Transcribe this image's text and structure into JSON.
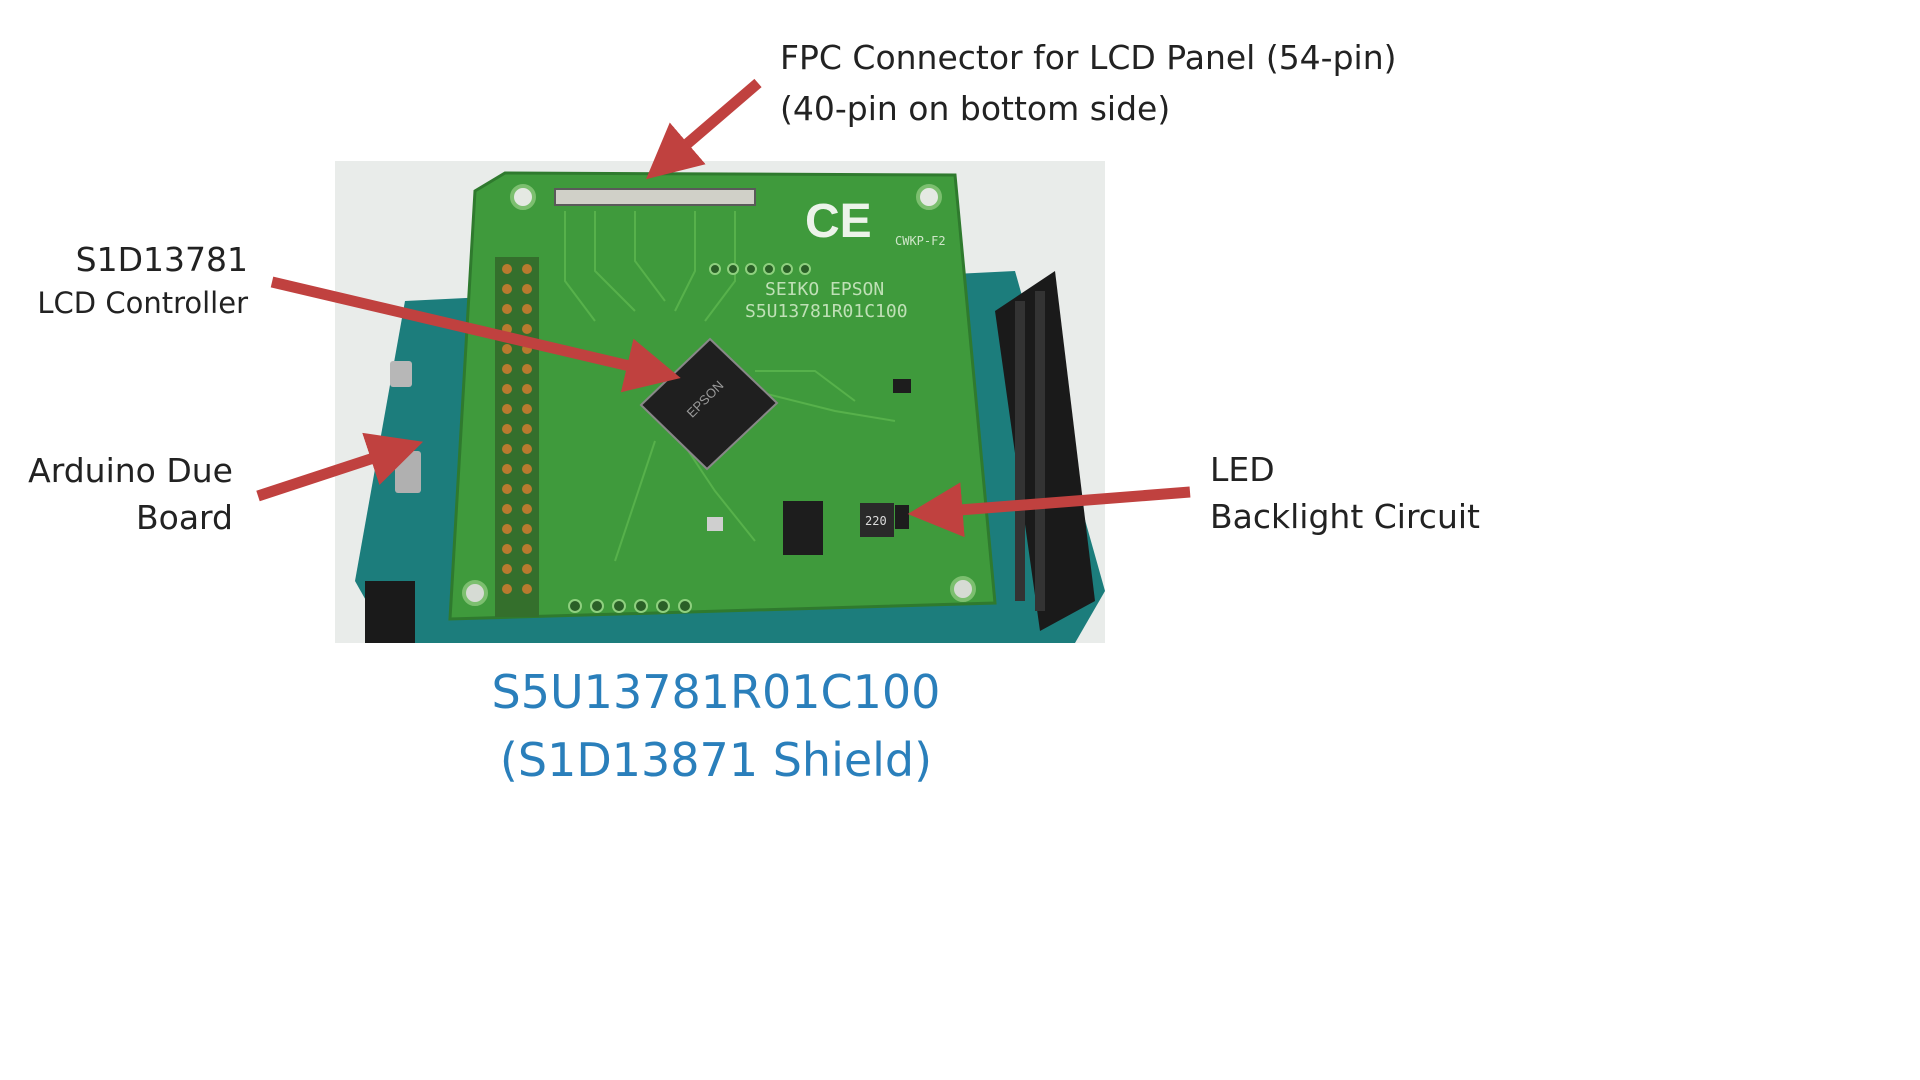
{
  "callouts": {
    "fpc_line1": "FPC Connector for LCD Panel (54-pin)",
    "fpc_line2": "(40-pin on bottom side)",
    "controller_line1": "S1D13781",
    "controller_line2": "LCD Controller",
    "arduino_line1": "Arduino Due",
    "arduino_line2": "Board",
    "led_line1": "LED",
    "led_line2": "Backlight Circuit"
  },
  "caption": {
    "line1": "S5U13781R01C100",
    "line2": "(S1D13871 Shield)"
  },
  "board_markings": {
    "ce_mark": "CE",
    "cert_code": "CWKP-F2",
    "maker_line": "SEIKO EPSON",
    "part_line": "S5U13781R01C100",
    "chip_label": "EPSON",
    "inductor_label": "220"
  },
  "colors": {
    "arrow": "#c0413f",
    "caption": "#2a7fbb",
    "pcb_green": "#3f9a3c",
    "arduino_teal": "#1c7d7c"
  }
}
